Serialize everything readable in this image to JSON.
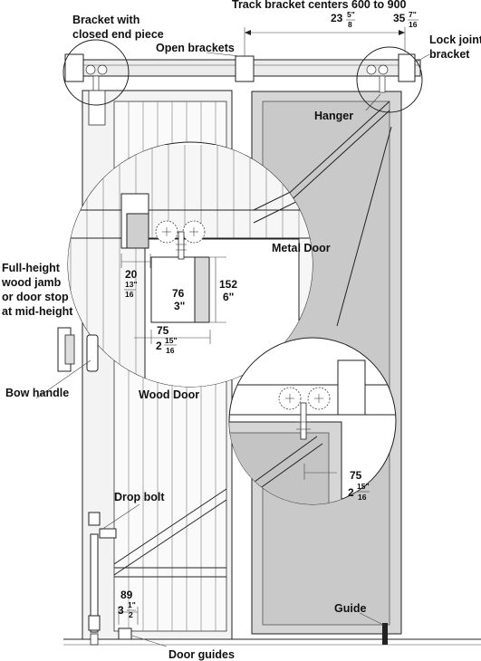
{
  "labels": {
    "bracket_closed_l1": "Bracket with",
    "bracket_closed_l2": "closed end piece",
    "track_centers": "Track bracket centers 600 to 900",
    "track_a_whole": "23",
    "track_a_num": "5\"",
    "track_a_den": "8",
    "track_b_whole": "35",
    "track_b_num": "7\"",
    "track_b_den": "16",
    "open_brackets": "Open brackets",
    "lock_joint_l1": "Lock joint",
    "lock_joint_l2": "bracket",
    "hanger": "Hanger",
    "metal_door": "Metal Door",
    "wood_door": "Wood Door",
    "jamb_l1": "Full-height",
    "jamb_l2": "wood jamb",
    "jamb_l3": "or door stop",
    "jamb_l4": "at mid-height",
    "bow_handle": "Bow handle",
    "drop_bolt": "Drop bolt",
    "guide": "Guide",
    "door_guides": "Door guides"
  },
  "dimensions": {
    "d20": "20",
    "d20_num": "13\"",
    "d20_den": "16",
    "d76": "76",
    "d76_in": "3\"",
    "d152": "152",
    "d152_in": "6\"",
    "d75a": "75",
    "d75a_whole": "2",
    "d75a_num": "15\"",
    "d75a_den": "16",
    "d75b": "75",
    "d75b_whole": "2",
    "d75b_num": "15\"",
    "d75b_den": "16",
    "d89": "89",
    "d89_whole": "3",
    "d89_num": "1\"",
    "d89_den": "2"
  },
  "colors": {
    "metal_door_fill": "#d4d4d4",
    "wood_door_fill": "#f2f2f2",
    "frame_fill": "#e6e6e6",
    "line": "#222222"
  }
}
